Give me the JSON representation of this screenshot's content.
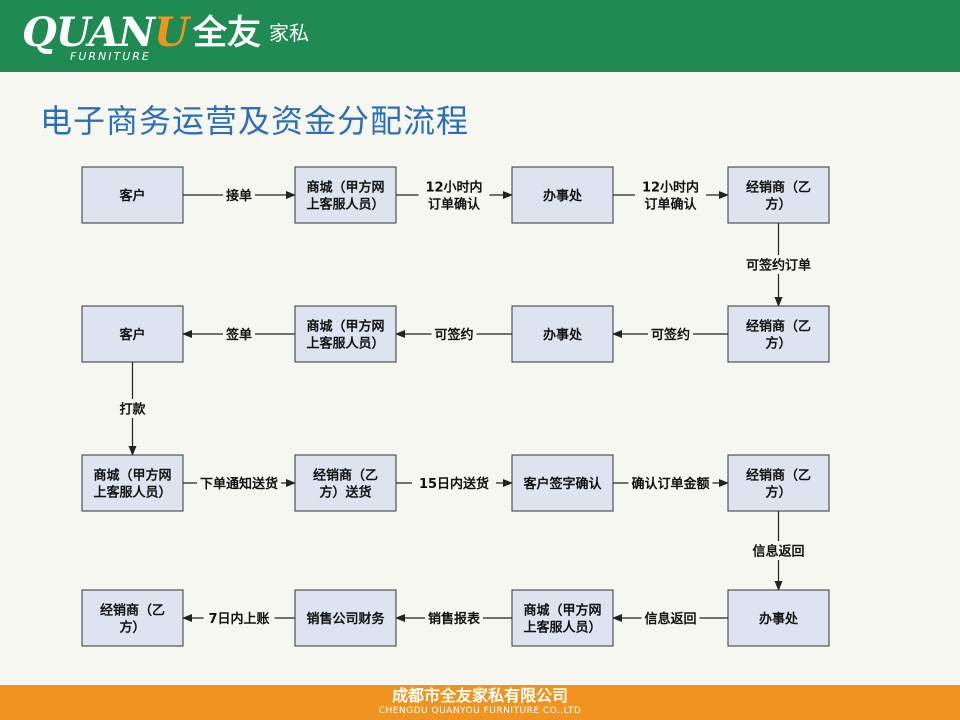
{
  "header": {
    "logo_latin": "QUAN",
    "logo_u": "U",
    "logo_sub": "FURNITURE",
    "logo_cn": "全友",
    "logo_cn_small": "家私"
  },
  "title": "电子商务运营及资金分配流程",
  "colors": {
    "header_green": "#1f8a52",
    "accent_orange": "#f0941f",
    "title_blue": "#2d6fb6",
    "box_fill": "#dde3ef",
    "line": "#222222"
  },
  "nodes": [
    {
      "id": "r1c1",
      "row": 0,
      "col": 0,
      "lines": [
        "客户"
      ]
    },
    {
      "id": "r1c2",
      "row": 0,
      "col": 1,
      "lines": [
        "商城（甲方网",
        "上客服人员）"
      ]
    },
    {
      "id": "r1c3",
      "row": 0,
      "col": 2,
      "lines": [
        "办事处"
      ]
    },
    {
      "id": "r1c4",
      "row": 0,
      "col": 3,
      "lines": [
        "经销商（乙",
        "方）"
      ]
    },
    {
      "id": "r2c1",
      "row": 1,
      "col": 0,
      "lines": [
        "客户"
      ]
    },
    {
      "id": "r2c2",
      "row": 1,
      "col": 1,
      "lines": [
        "商城（甲方网",
        "上客服人员）"
      ]
    },
    {
      "id": "r2c3",
      "row": 1,
      "col": 2,
      "lines": [
        "办事处"
      ]
    },
    {
      "id": "r2c4",
      "row": 1,
      "col": 3,
      "lines": [
        "经销商（乙",
        "方）"
      ]
    },
    {
      "id": "r3c1",
      "row": 2,
      "col": 0,
      "lines": [
        "商城（甲方网",
        "上客服人员）"
      ]
    },
    {
      "id": "r3c2",
      "row": 2,
      "col": 1,
      "lines": [
        "经销商（乙",
        "方）送货"
      ]
    },
    {
      "id": "r3c3",
      "row": 2,
      "col": 2,
      "lines": [
        "客户签字确认"
      ]
    },
    {
      "id": "r3c4",
      "row": 2,
      "col": 3,
      "lines": [
        "经销商（乙",
        "方）"
      ]
    },
    {
      "id": "r4c1",
      "row": 3,
      "col": 0,
      "lines": [
        "经销商（乙",
        "方）"
      ]
    },
    {
      "id": "r4c2",
      "row": 3,
      "col": 1,
      "lines": [
        "销售公司财务"
      ]
    },
    {
      "id": "r4c3",
      "row": 3,
      "col": 2,
      "lines": [
        "商城（甲方网",
        "上客服人员）"
      ]
    },
    {
      "id": "r4c4",
      "row": 3,
      "col": 3,
      "lines": [
        "办事处"
      ]
    }
  ],
  "edges": [
    {
      "from": "r1c1",
      "to": "r1c2",
      "lines": [
        "接单"
      ]
    },
    {
      "from": "r1c2",
      "to": "r1c3",
      "lines": [
        "12小时内",
        "订单确认"
      ]
    },
    {
      "from": "r1c3",
      "to": "r1c4",
      "lines": [
        "12小时内",
        "订单确认"
      ]
    },
    {
      "from": "r1c4",
      "to": "r2c4",
      "lines": [
        "可签约订单"
      ]
    },
    {
      "from": "r2c4",
      "to": "r2c3",
      "lines": [
        "可签约"
      ]
    },
    {
      "from": "r2c3",
      "to": "r2c2",
      "lines": [
        "可签约"
      ]
    },
    {
      "from": "r2c2",
      "to": "r2c1",
      "lines": [
        "签单"
      ]
    },
    {
      "from": "r2c1",
      "to": "r3c1",
      "lines": [
        "打款"
      ]
    },
    {
      "from": "r3c1",
      "to": "r3c2",
      "lines": [
        "下单通知送货"
      ]
    },
    {
      "from": "r3c2",
      "to": "r3c3",
      "lines": [
        "15日内送货"
      ]
    },
    {
      "from": "r3c3",
      "to": "r3c4",
      "lines": [
        "确认订单金额"
      ]
    },
    {
      "from": "r3c4",
      "to": "r4c4",
      "lines": [
        "信息返回"
      ]
    },
    {
      "from": "r4c4",
      "to": "r4c3",
      "lines": [
        "信息返回"
      ]
    },
    {
      "from": "r4c3",
      "to": "r4c2",
      "lines": [
        "销售报表"
      ]
    },
    {
      "from": "r4c2",
      "to": "r4c1",
      "lines": [
        "7日内上账"
      ]
    }
  ],
  "footer": {
    "company_cn": "成都市全友家私有限公司",
    "company_en": "CHENGDU QUANYOU FURNITURE CO.,LTD"
  }
}
